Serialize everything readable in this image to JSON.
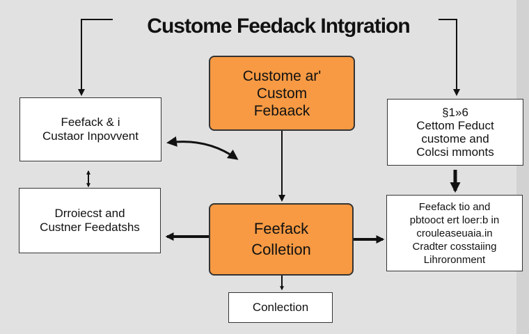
{
  "title": "Custome Feedack Intgration",
  "top_center_box": [
    "Custome ar'",
    "Custom",
    "Febaack"
  ],
  "top_left_box": [
    "Feefack & i",
    "Custaor Inpovvent"
  ],
  "top_right_box": [
    "§1»6",
    "Cettom Feduct",
    "custome and",
    "Colcsi mmonts"
  ],
  "mid_left_box": [
    "Drroiecst and",
    "Custner Feedatshs"
  ],
  "mid_center_box": [
    "Feefack",
    "Colletion"
  ],
  "mid_right_box": [
    "Feefack tio and",
    "pbtooct ert loer:b in",
    "crouleaseuaia.in",
    "Cradter cosstaiing",
    "Lihroronment"
  ],
  "bottom_box": [
    "Conlection"
  ],
  "colors": {
    "orange": "#f79a43",
    "background": "#e1e1e1",
    "box": "#ffffff",
    "ink": "#111111"
  }
}
